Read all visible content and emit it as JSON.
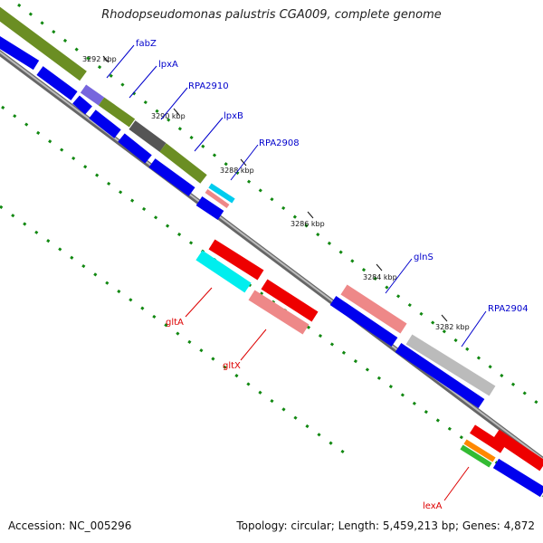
{
  "title": "Rhodopseudomonas palustris CGA009, complete genome",
  "footer": {
    "accession": "Accession: NC_005296",
    "topology": "Topology: circular; Length: 5,459,213 bp; Genes: 4,872"
  },
  "tick_labels": [
    "3292 kbp",
    "3290 kbp",
    "3288 kbp",
    "3286 kbp",
    "3284 kbp",
    "3282 kbp"
  ],
  "gene_labels": {
    "forward": [
      "fabZ",
      "lpxA",
      "RPA2910",
      "lpxB",
      "RPA2908",
      "glnS",
      "RPA2904"
    ],
    "reverse": [
      "gltA",
      "gltX",
      "lexA"
    ]
  },
  "colors": {
    "backbone": "#888888",
    "cds_blue": "#0000ee",
    "label_blue": "#0000cc",
    "label_red": "#dd0000",
    "gene_red": "#ee0000",
    "gene_pink": "#ee8888",
    "gene_cyan": "#00eeee",
    "gene_olive": "#6b8e23",
    "gene_grey": "#bbbbbb",
    "gene_darkgrey": "#555555",
    "gene_orange": "#ff8800",
    "gene_green": "#33bb33",
    "tick_green": "#118811"
  }
}
